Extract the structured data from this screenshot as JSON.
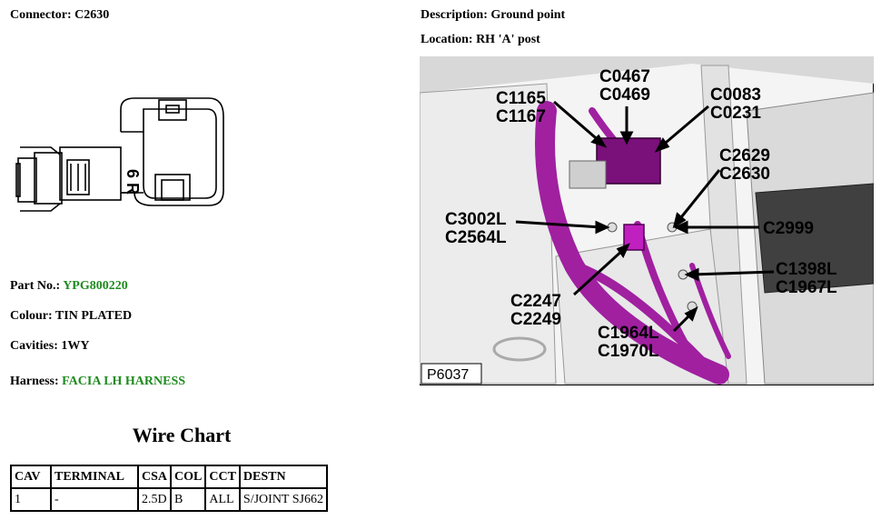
{
  "connector": {
    "label": "Connector:",
    "value": "C2630"
  },
  "description": {
    "label": "Description:",
    "value": "Ground point"
  },
  "location": {
    "label": "Location:",
    "value": "RH 'A' post"
  },
  "part_no": {
    "label": "Part No.:",
    "value": "YPG800220"
  },
  "colour": {
    "label": "Colour:",
    "value": "TIN PLATED"
  },
  "cavities": {
    "label": "Cavities:",
    "value": "1WY"
  },
  "harness": {
    "label": "Harness:",
    "value": "FACIA LH HARNESS"
  },
  "connector_drawing": {
    "marking": "6 R"
  },
  "photo": {
    "ref": "P6037",
    "callouts": {
      "c1165": "C1165",
      "c1167": "C1167",
      "c0467": "C0467",
      "c0469": "C0469",
      "c0083": "C0083",
      "c0231": "C0231",
      "c2629": "C2629",
      "c2630": "C2630",
      "c3002l": "C3002L",
      "c2564l": "C2564L",
      "c2999": "C2999",
      "c1398l": "C1398L",
      "c1967l": "C1967L",
      "c2247": "C2247",
      "c2249": "C2249",
      "c1964l": "C1964L",
      "c1970l": "C1970L"
    }
  },
  "wire_chart": {
    "title": "Wire Chart",
    "headers": {
      "cav": "CAV",
      "terminal": "TERMINAL",
      "csa": "CSA",
      "col": "COL",
      "cct": "CCT",
      "destn": "DESTN"
    },
    "rows": [
      {
        "cav": "1",
        "terminal": "-",
        "csa": "2.5D",
        "col": "B",
        "cct": "ALL",
        "destn": "S/JOINT SJ662"
      }
    ]
  },
  "colors": {
    "link_green": "#1f8b1f",
    "harness_magenta": "#a020a0"
  }
}
